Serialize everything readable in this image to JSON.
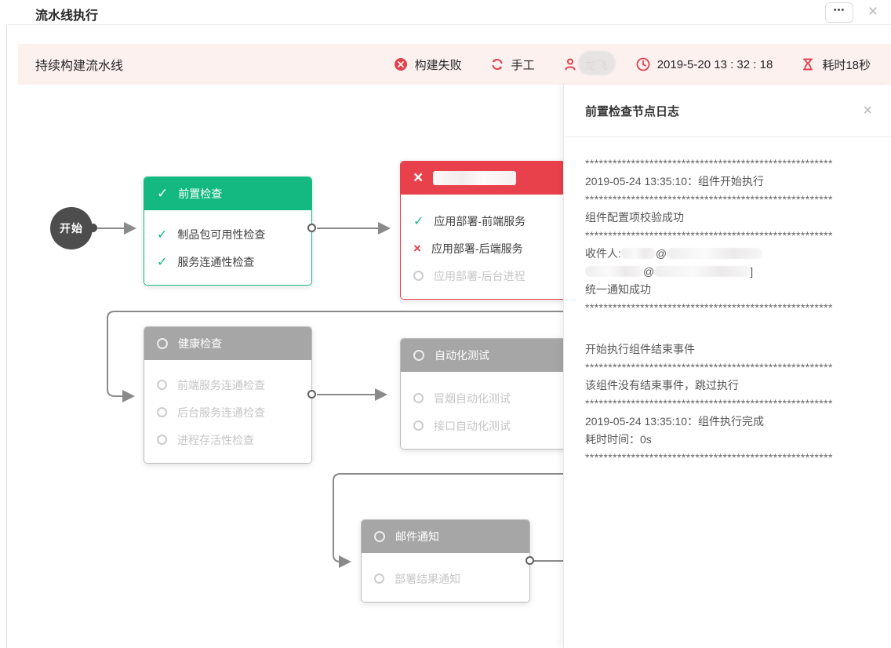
{
  "window": {
    "title": "流水线执行",
    "more_icon": "•••",
    "close_icon": "×"
  },
  "status_bar": {
    "pipeline_name": "持续构建流水线",
    "build_status": "构建失败",
    "trigger_mode": "手工",
    "user_name": "龙飞",
    "build_time": "2019-5-20 13 : 32 : 18",
    "duration": "耗时18秒"
  },
  "flow": {
    "start_label": "开始",
    "nodes": [
      {
        "id": "precheck",
        "title": "前置检查",
        "status": "success",
        "title_redacted": false,
        "items": [
          {
            "label": "制品包可用性检查",
            "status": "success"
          },
          {
            "label": "服务连通性检查",
            "status": "success"
          }
        ]
      },
      {
        "id": "deploy",
        "title": "",
        "status": "failed",
        "title_redacted": true,
        "items": [
          {
            "label": "应用部署-前端服务",
            "status": "success"
          },
          {
            "label": "应用部署-后端服务",
            "status": "failed"
          },
          {
            "label": "应用部署-后台进程",
            "status": "pending"
          }
        ]
      },
      {
        "id": "health",
        "title": "健康检查",
        "status": "pending",
        "title_redacted": false,
        "items": [
          {
            "label": "前端服务连通检查",
            "status": "pending"
          },
          {
            "label": "后台服务连通检查",
            "status": "pending"
          },
          {
            "label": "进程存活性检查",
            "status": "pending"
          }
        ]
      },
      {
        "id": "autotest",
        "title": "自动化测试",
        "status": "pending",
        "title_redacted": false,
        "items": [
          {
            "label": "冒烟自动化测试",
            "status": "pending"
          },
          {
            "label": "接口自动化测试",
            "status": "pending"
          }
        ]
      },
      {
        "id": "mail",
        "title": "邮件通知",
        "status": "pending",
        "title_redacted": false,
        "items": [
          {
            "label": "部署结果通知",
            "status": "pending"
          }
        ]
      }
    ]
  },
  "log_panel": {
    "title": "前置检查节点日志",
    "close_icon": "×",
    "star_line": "******************************************************",
    "lines": [
      {
        "type": "stars"
      },
      {
        "type": "text",
        "text": "2019-05-24 13:35:10：组件开始执行"
      },
      {
        "type": "stars"
      },
      {
        "type": "text",
        "text": "组件配置项校验成功"
      },
      {
        "type": "stars"
      },
      {
        "type": "segments",
        "segments": [
          {
            "text": "收件人:"
          },
          {
            "blur": "w1"
          },
          {
            "text": "@"
          },
          {
            "blur": "w2"
          }
        ]
      },
      {
        "type": "segments",
        "segments": [
          {
            "blur": "w3"
          },
          {
            "text": "@"
          },
          {
            "blur": "w2"
          },
          {
            "text": "]"
          }
        ]
      },
      {
        "type": "text",
        "text": "统一通知成功"
      },
      {
        "type": "stars"
      },
      {
        "type": "blank"
      },
      {
        "type": "text",
        "text": "开始执行组件结束事件"
      },
      {
        "type": "stars"
      },
      {
        "type": "text",
        "text": "该组件没有结束事件，跳过执行"
      },
      {
        "type": "stars"
      },
      {
        "type": "text",
        "text": "2019-05-24 13:35:10：组件执行完成"
      },
      {
        "type": "text",
        "text": "耗时时间：0s"
      },
      {
        "type": "stars"
      }
    ]
  },
  "colors": {
    "success": "#14b982",
    "failed": "#e8414b",
    "pending_header": "#a6a6a6",
    "accent_red": "#e0424d",
    "status_bar_bg": "#fdf1f0"
  }
}
